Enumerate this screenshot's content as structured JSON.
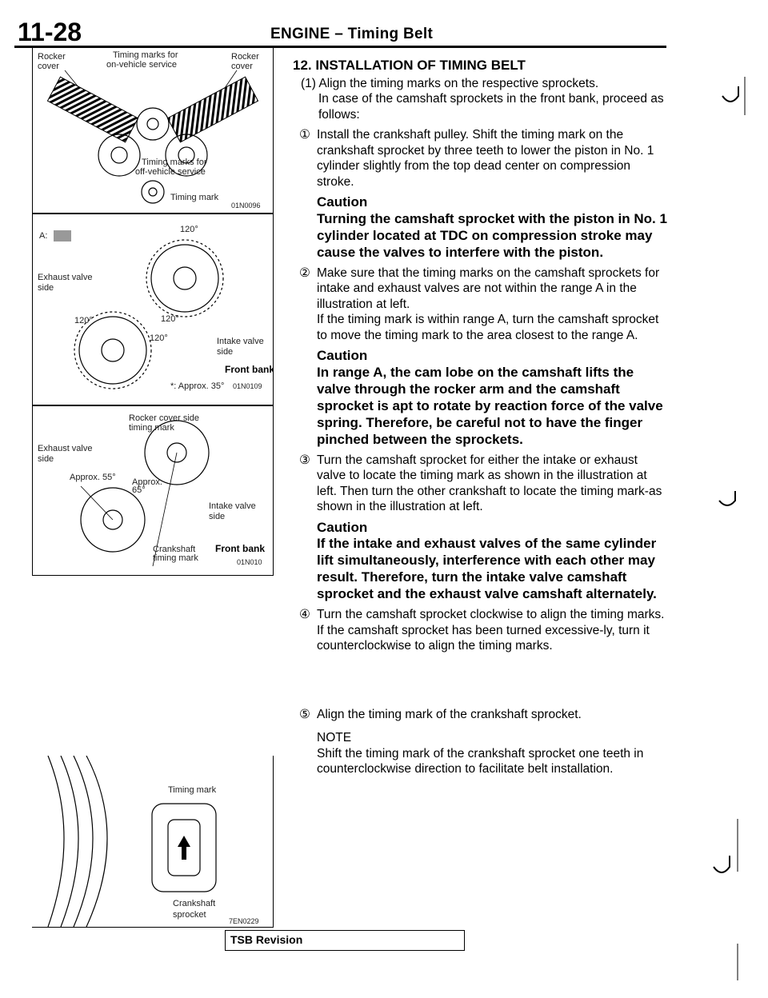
{
  "header": {
    "page_number": "11-28",
    "title": "ENGINE – Timing Belt"
  },
  "figures": {
    "fig1": {
      "rocker_cover_left": [
        "Rocker",
        "cover"
      ],
      "rocker_cover_right": [
        "Rocker",
        "cover"
      ],
      "marks_on_vehicle": [
        "Timing marks for",
        "on-vehicle service"
      ],
      "marks_off_vehicle": [
        "Timing marks for",
        "off-vehicle service"
      ],
      "timing_mark": "Timing mark",
      "code": "01N0096"
    },
    "fig2": {
      "range_label": "A:",
      "exhaust": [
        "Exhaust valve",
        "side"
      ],
      "intake": [
        "Intake valve",
        "side"
      ],
      "angle_a": "120°",
      "angle_b": "120°",
      "angle_c": "120°",
      "angle_d": "120°",
      "front_bank": "Front bank",
      "approx": "*: Approx. 35°",
      "code": "01N0109"
    },
    "fig3": {
      "rocker_cover_mark": [
        "Rocker cover side",
        "timing mark"
      ],
      "exhaust": [
        "Exhaust valve",
        "side"
      ],
      "approx55": "Approx. 55°",
      "approx65": [
        "Approx.",
        "65°"
      ],
      "intake": [
        "Intake valve",
        "side"
      ],
      "crank_mark": [
        "Crankshaft",
        "timing mark"
      ],
      "front_bank": "Front bank",
      "code": "01N010"
    },
    "fig4": {
      "timing_mark": "Timing mark",
      "crank_sprocket": [
        "Crankshaft",
        "sprocket"
      ],
      "code": "7EN0229"
    }
  },
  "content": {
    "section_title": "12. INSTALLATION OF TIMING BELT",
    "step1": "(1) Align the timing marks on the respective sprockets.",
    "step1_note": "In case of the camshaft sprockets in the front bank, proceed as follows:",
    "sub1_num": "①",
    "sub1": "Install the crankshaft pulley. Shift the timing mark on the crankshaft sprocket by three teeth to lower the piston in No. 1 cylinder slightly from the top dead center on compression stroke.",
    "caution1_title": "Caution",
    "caution1": "Turning the camshaft sprocket with the piston in No. 1 cylinder located at TDC on compression stroke may cause the valves to interfere with the piston.",
    "sub2_num": "②",
    "sub2": "Make sure that the timing marks on the camshaft sprockets for intake and exhaust valves are not within the range A in the illustration at left.",
    "sub2_b": "If the timing mark is within range A, turn the camshaft sprocket to move the timing mark to the area closest to the range A.",
    "caution2_title": "Caution",
    "caution2": "In range A, the cam lobe on the camshaft lifts the valve through the rocker arm and the camshaft sprocket is apt to rotate by reaction force of the valve spring. Therefore, be careful not to have the finger pinched between the sprockets.",
    "sub3_num": "③",
    "sub3": "Turn the camshaft sprocket for either the intake or exhaust valve to locate the timing mark as shown in the illustration at left. Then turn the other crankshaft to locate the timing mark-as shown in the illustration at left.",
    "caution3_title": "Caution",
    "caution3": "If the intake and exhaust valves of the same cylinder lift simultaneously, interference with each other may result. Therefore, turn the intake valve camshaft sprocket and the exhaust valve camshaft alternately.",
    "sub4_num": "④",
    "sub4": "Turn the camshaft sprocket clockwise to align the timing marks.",
    "sub4_b": "If the camshaft sprocket has been turned excessive-ly, turn it counterclockwise to align the timing marks.",
    "sub5_num": "⑤",
    "sub5": "Align the timing mark of the crankshaft sprocket.",
    "note_title": "NOTE",
    "note": "Shift the timing mark of the crankshaft sprocket one teeth in counterclockwise direction to facilitate belt installation."
  },
  "footer": {
    "tsb": "TSB Revision"
  }
}
